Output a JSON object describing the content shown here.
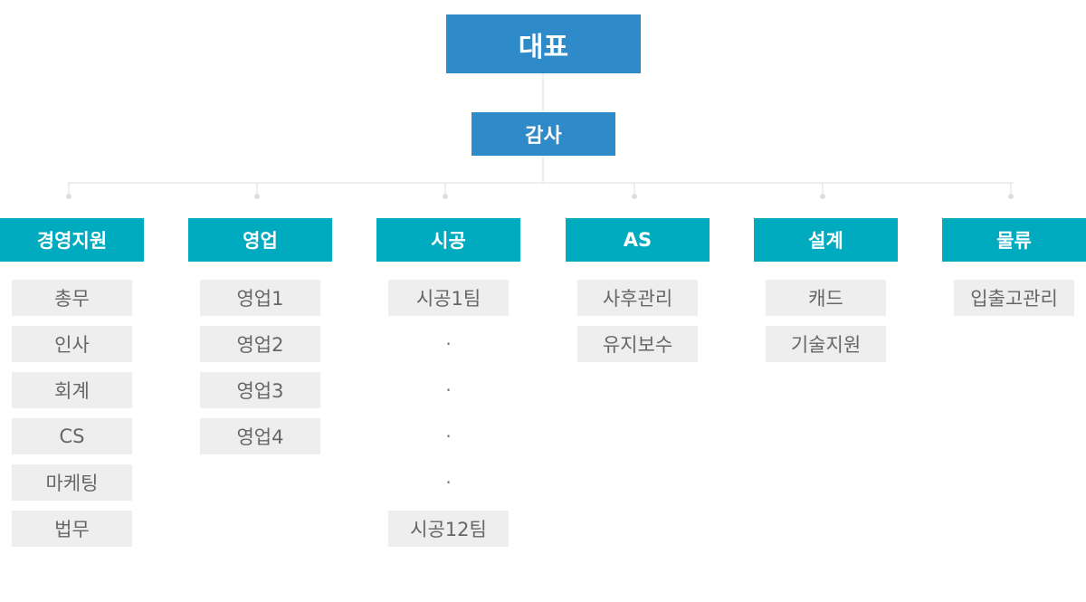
{
  "org": {
    "ceo": "대표",
    "audit": "감사",
    "departments": [
      {
        "name": "경영지원",
        "items": [
          "총무",
          "인사",
          "회계",
          "CS",
          "마케팅",
          "법무"
        ]
      },
      {
        "name": "영업",
        "items": [
          "영업1",
          "영업2",
          "영업3",
          "영업4"
        ]
      },
      {
        "name": "시공",
        "items": [
          "시공1팀",
          "·",
          "·",
          "·",
          "·",
          "시공12팀"
        ]
      },
      {
        "name": "AS",
        "items": [
          "사후관리",
          "유지보수"
        ]
      },
      {
        "name": "설계",
        "items": [
          "캐드",
          "기술지원"
        ]
      },
      {
        "name": "물류",
        "items": [
          "입출고관리"
        ]
      }
    ]
  },
  "colors": {
    "top_box": "#2f8ac9",
    "dept_box": "#00aabf",
    "item_box": "#eeeeee",
    "connector": "#dddddd"
  }
}
